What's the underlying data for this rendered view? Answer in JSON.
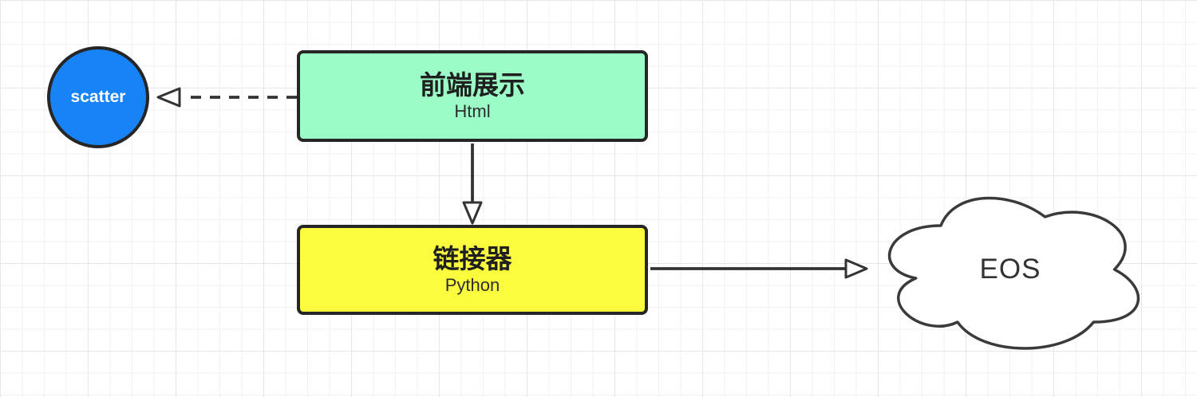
{
  "canvas": {
    "background_color": "#ffffff",
    "grid_minor_color": "#f2f2f2",
    "grid_major_color": "#e7e7e7",
    "stroke_color": "#333333"
  },
  "nodes": {
    "scatter": {
      "shape": "circle",
      "label": "scatter",
      "fill": "#1783f7",
      "text_color": "#ffffff"
    },
    "frontend": {
      "shape": "rounded-rect",
      "title": "前端展示",
      "subtitle": "Html",
      "fill": "#9bfcc8",
      "text_color": "#1f1f1f"
    },
    "linker": {
      "shape": "rounded-rect",
      "title": "链接器",
      "subtitle": "Python",
      "fill": "#fcfc3e",
      "text_color": "#1f1f1f"
    },
    "eos": {
      "shape": "cloud",
      "label": "EOS",
      "fill": "#ffffff",
      "text_color": "#333333"
    }
  },
  "edges": [
    {
      "from": "frontend",
      "to": "scatter",
      "style": "dashed",
      "arrowhead": "open-triangle",
      "direction": "left"
    },
    {
      "from": "frontend",
      "to": "linker",
      "style": "solid",
      "arrowhead": "open-triangle",
      "direction": "down"
    },
    {
      "from": "linker",
      "to": "eos",
      "style": "solid",
      "arrowhead": "open-triangle",
      "direction": "right"
    }
  ]
}
